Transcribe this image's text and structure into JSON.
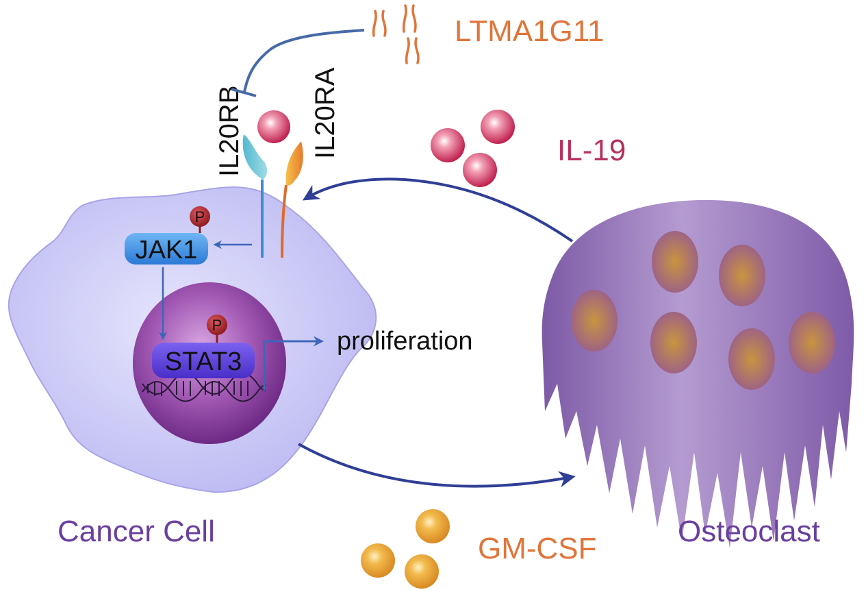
{
  "labels": {
    "antibody": "LTMA1G11",
    "receptor_b": "IL20RB",
    "receptor_a": "IL20RA",
    "il19": "IL-19",
    "jak": "JAK1",
    "stat": "STAT3",
    "phospho": "P",
    "proliferation": "proliferation",
    "cancer_cell": "Cancer Cell",
    "osteoclast": "Osteoclast",
    "gmcsf": "GM-CSF"
  },
  "colors": {
    "orange_text": "#e0753a",
    "magenta_text": "#b8305e",
    "purple_text": "#6a3f9e",
    "arrow_blue": "#2f3f96",
    "cell_fill": "#c9c8f5",
    "nucleus": "#9a4aa8",
    "osteoclast": "#8e6db4",
    "il19_ball": "#d63b63",
    "gmcsf_ball": "#e8a43a",
    "jak_box": "#3b8fe0",
    "stat_box": "#5a3fd8",
    "phospho_ball": "#b3262e"
  }
}
